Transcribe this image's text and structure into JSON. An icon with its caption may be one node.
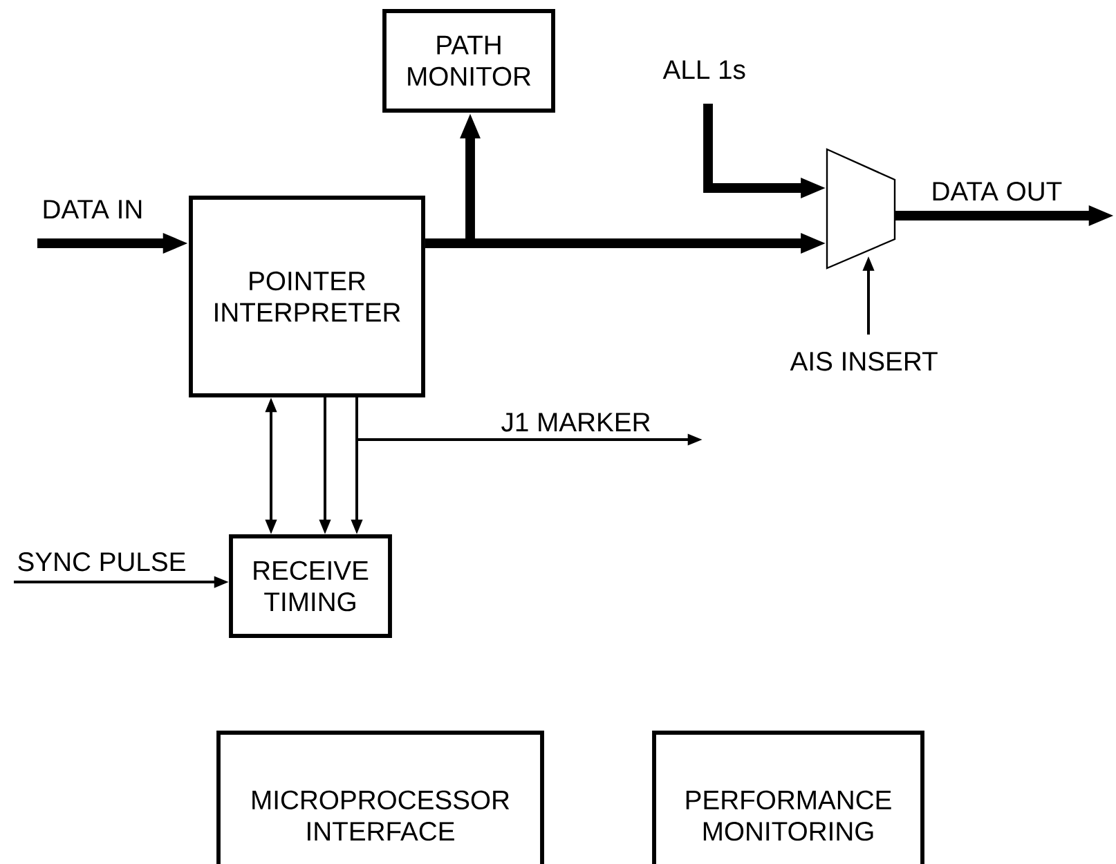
{
  "diagram": {
    "nodes": [
      {
        "text": [
          "PATH MONITOR"
        ]
      },
      {
        "text": [
          "POINTER INTERPRETER"
        ]
      },
      {
        "text": [],
        "shape": "trapezoid"
      },
      {
        "text": [
          "RECEIVE TIMING"
        ]
      },
      {
        "text": [
          "MICROPROCESSOR INTERFACE"
        ]
      },
      {
        "text": [
          "PERFORMANCE MONITORING"
        ]
      }
    ],
    "edges": [
      {
        "from": null,
        "to": 1,
        "arrow": "to",
        "label": "DATA IN",
        "style": "thick"
      },
      {
        "from": 1,
        "to": 2,
        "arrow": "to",
        "style": "thick"
      },
      {
        "from": 1,
        "to": 0,
        "arrow": "to",
        "style": "thick"
      },
      {
        "from": null,
        "to": 2,
        "arrow": "to",
        "label": "ALL 1s",
        "style": "thick"
      },
      {
        "from": 2,
        "to": null,
        "arrow": "to",
        "label": "DATA OUT",
        "style": "thick"
      },
      {
        "from": null,
        "to": 2,
        "arrow": "to",
        "label": "AIS INSERT"
      },
      {
        "from": 1,
        "to": 3,
        "arrow": "both"
      },
      {
        "from": 1,
        "to": 3,
        "arrow": "to"
      },
      {
        "from": 1,
        "to": 3,
        "arrow": "to"
      },
      {
        "from": 1,
        "to": null,
        "arrow": "to",
        "label": "J1 MARKER"
      },
      {
        "from": null,
        "to": 3,
        "arrow": "to",
        "label": "SYNC PULSE"
      }
    ]
  }
}
